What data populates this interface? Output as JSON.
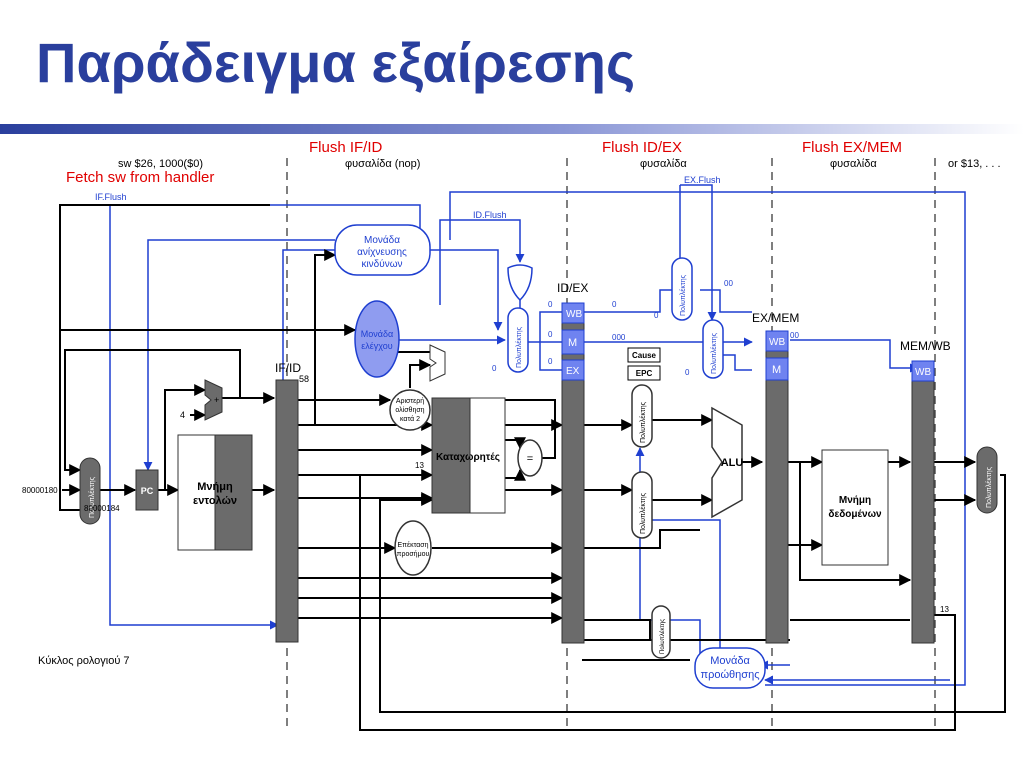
{
  "slide": {
    "title": "Παράδειγμα εξαίρεσης"
  },
  "colors": {
    "title": "#2a3f9d",
    "flush_label": "#e00000",
    "control": "#1f3fd0",
    "ellipse_fill": "#8f9cf0",
    "pipeline_register": "#6b6b6b"
  },
  "stages": {
    "if": {
      "instruction": "sw $26, 1000($0)",
      "note": "Fetch sw from handler"
    },
    "id": {
      "flush": "Flush  IF/ID",
      "instruction": "φυσαλίδα (nop)"
    },
    "ex": {
      "flush": "Flush   ID/EX",
      "instruction": "φυσαλίδα"
    },
    "mem": {
      "flush": "Flush  EX/MEM",
      "instruction": "φυσαλίδα"
    },
    "wb": {
      "instruction": "or $13, . . ."
    }
  },
  "signals": {
    "if_flush": "IF.Flush",
    "id_flush": "ID.Flush",
    "ex_flush": "EX.Flush"
  },
  "registers": {
    "if_id": "IF/ID",
    "id_ex": "ID/EX",
    "ex_mem": "EX/MEM",
    "mem_wb": "MEM/WB"
  },
  "fields": {
    "wb": "WB",
    "m": "M",
    "ex": "EX"
  },
  "units": {
    "hazard": [
      "Μονάδα",
      "ανίχνευσης",
      "κινδύνων"
    ],
    "control": [
      "Μονάδα",
      "ελέγχου"
    ],
    "forwarding": [
      "Μονάδα",
      "προώθησης"
    ],
    "shift": [
      "Αριστερή",
      "ολίσθηση",
      "κατά 2"
    ],
    "sign_extend": [
      "Επέκταση",
      "προσήμου"
    ],
    "registers": "Καταχωρητές",
    "instruction_memory": [
      "Μνήμη",
      "εντολών"
    ],
    "data_memory": [
      "Μνήμη",
      "δεδομένων"
    ],
    "alu": "ALU",
    "pc": "PC",
    "cause": "Cause",
    "epc": "EPC",
    "mux": "Πολυπλέκτης",
    "equal": "=",
    "adder": "+"
  },
  "values": {
    "exception_address": "80000180",
    "pc_value": "80000184",
    "four": "4",
    "if_id_value": "58",
    "reg_13": "13",
    "zero": "0",
    "zero_triple": "000",
    "zero_double": "00"
  },
  "footer": {
    "clock_cycle": "Κύκλος ρολογιού 7"
  }
}
